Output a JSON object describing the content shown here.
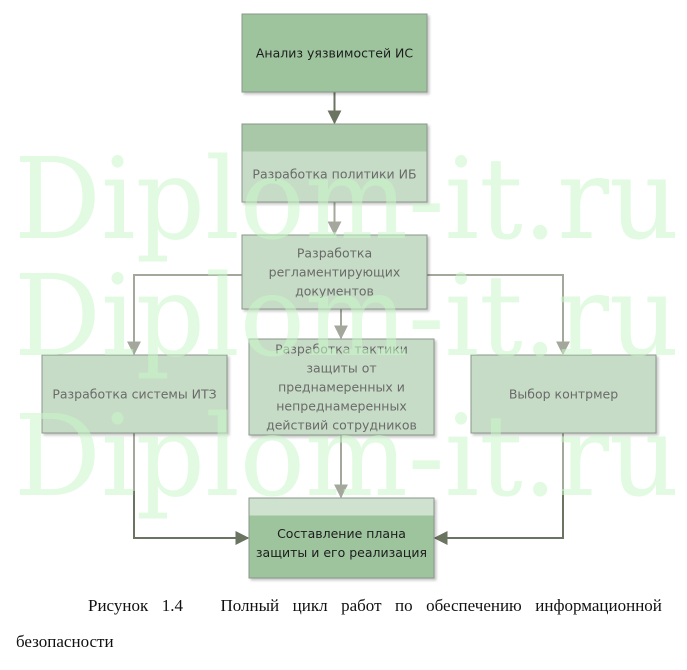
{
  "diagram": {
    "nodes": [
      {
        "id": "n1",
        "label": [
          "Анализ уязвимостей ИС"
        ],
        "style": "dark"
      },
      {
        "id": "n2",
        "label": [
          "Разработка политики ИБ"
        ],
        "style": "light-band"
      },
      {
        "id": "n3",
        "label": [
          "Разработка",
          "регламентирующих",
          "документов"
        ],
        "style": "light"
      },
      {
        "id": "n4",
        "label": [
          "Разработка системы ИТЗ"
        ],
        "style": "light"
      },
      {
        "id": "n5",
        "label": [
          "Разработка тактики",
          "защиты от",
          "преднамеренных и",
          "непреднамеренных",
          "действий сотрудников"
        ],
        "style": "light"
      },
      {
        "id": "n6",
        "label": [
          "Выбор контрмер"
        ],
        "style": "light"
      },
      {
        "id": "n7",
        "label": [
          "Составление плана",
          "защиты и его реализация"
        ],
        "style": "dark-band"
      }
    ],
    "edges": [
      {
        "from": "n1",
        "to": "n2"
      },
      {
        "from": "n2",
        "to": "n3"
      },
      {
        "from": "n3",
        "to": "n4"
      },
      {
        "from": "n3",
        "to": "n5"
      },
      {
        "from": "n3",
        "to": "n6"
      },
      {
        "from": "n4",
        "to": "n7"
      },
      {
        "from": "n5",
        "to": "n7"
      },
      {
        "from": "n6",
        "to": "n7"
      }
    ],
    "colors": {
      "dark_fill": "#9ec49e",
      "light_fill": "#c6dcc6",
      "band_top_dark": "#a8c8a8",
      "band_top_light": "#cfe2cf",
      "border": "#8a968a",
      "arrow_gray": "#a4a89c",
      "arrow_dark": "#6b7461",
      "text_dark": "#1e1e1e",
      "text_light": "#6a6a6a"
    }
  },
  "watermark": {
    "text": "Diplom-it.ru",
    "color": "#c9f7c9",
    "repeat": 3
  },
  "caption": {
    "line1": [
      "Рисунок",
      "1.4",
      "Полный",
      "цикл",
      "работ",
      "по",
      "обеспечению",
      "информационной"
    ],
    "line2": "безопасности"
  }
}
